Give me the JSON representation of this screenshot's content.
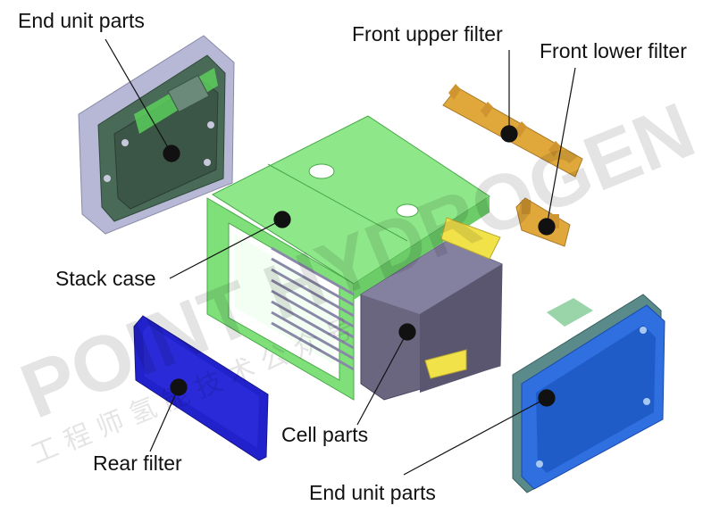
{
  "labels": {
    "end_unit_top": "End unit parts",
    "front_upper_filter": "Front upper filter",
    "front_lower_filter": "Front lower filter",
    "stack_case": "Stack case",
    "cell_parts": "Cell parts",
    "rear_filter": "Rear filter",
    "end_unit_bottom": "End unit parts"
  },
  "watermark": {
    "latin": "POINT HYDROGEN",
    "cjk": "工 程 师 氢 能 技 术 公 众 号"
  },
  "colors": {
    "stack_case": "#7fe07a",
    "end_unit_left": "#3f5e4e",
    "end_unit_right": "#2f6fe0",
    "rear_filter": "#2222cc",
    "filters": "#e0a83a",
    "cell_parts": "#6b6680",
    "callout": "#111111"
  }
}
